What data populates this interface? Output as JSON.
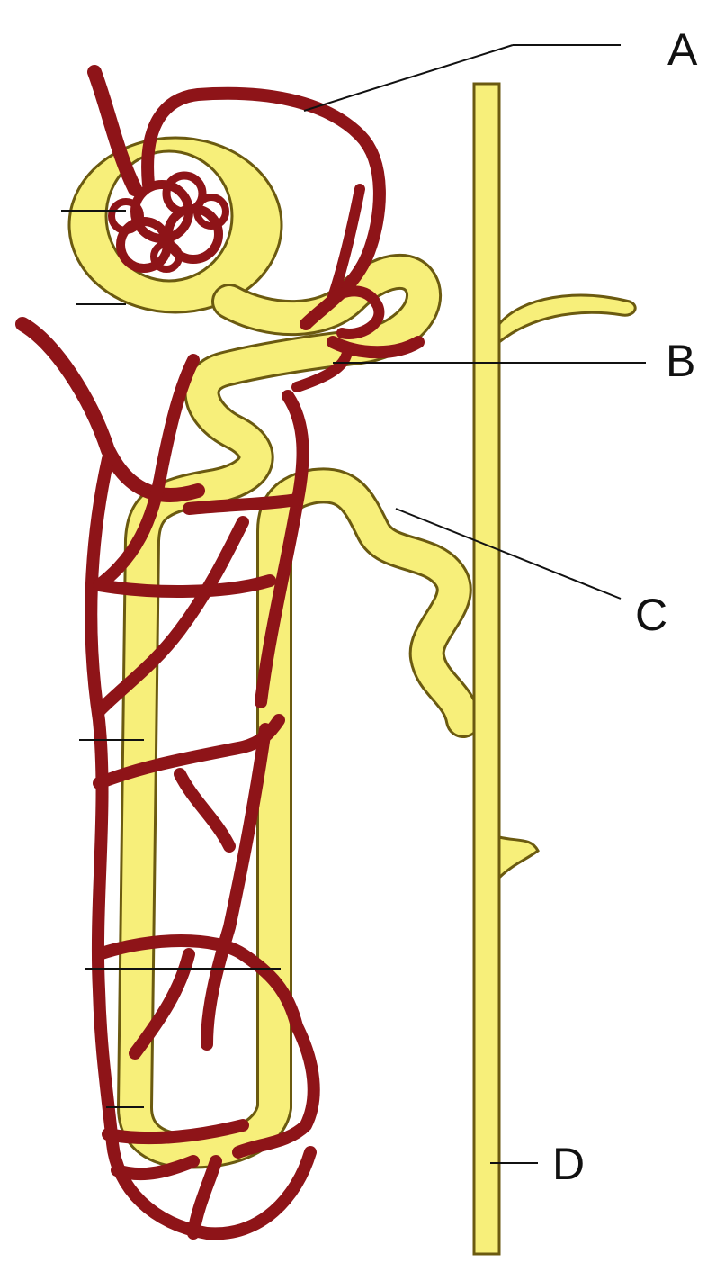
{
  "labels": {
    "a": "A",
    "b": "B",
    "c": "C",
    "d": "D"
  },
  "colors": {
    "tubule": "#f7ef7a",
    "tubule_outline": "#6b5a10",
    "vessel": "#8e1418",
    "leader_line": "#111111",
    "background": "#ffffff"
  }
}
